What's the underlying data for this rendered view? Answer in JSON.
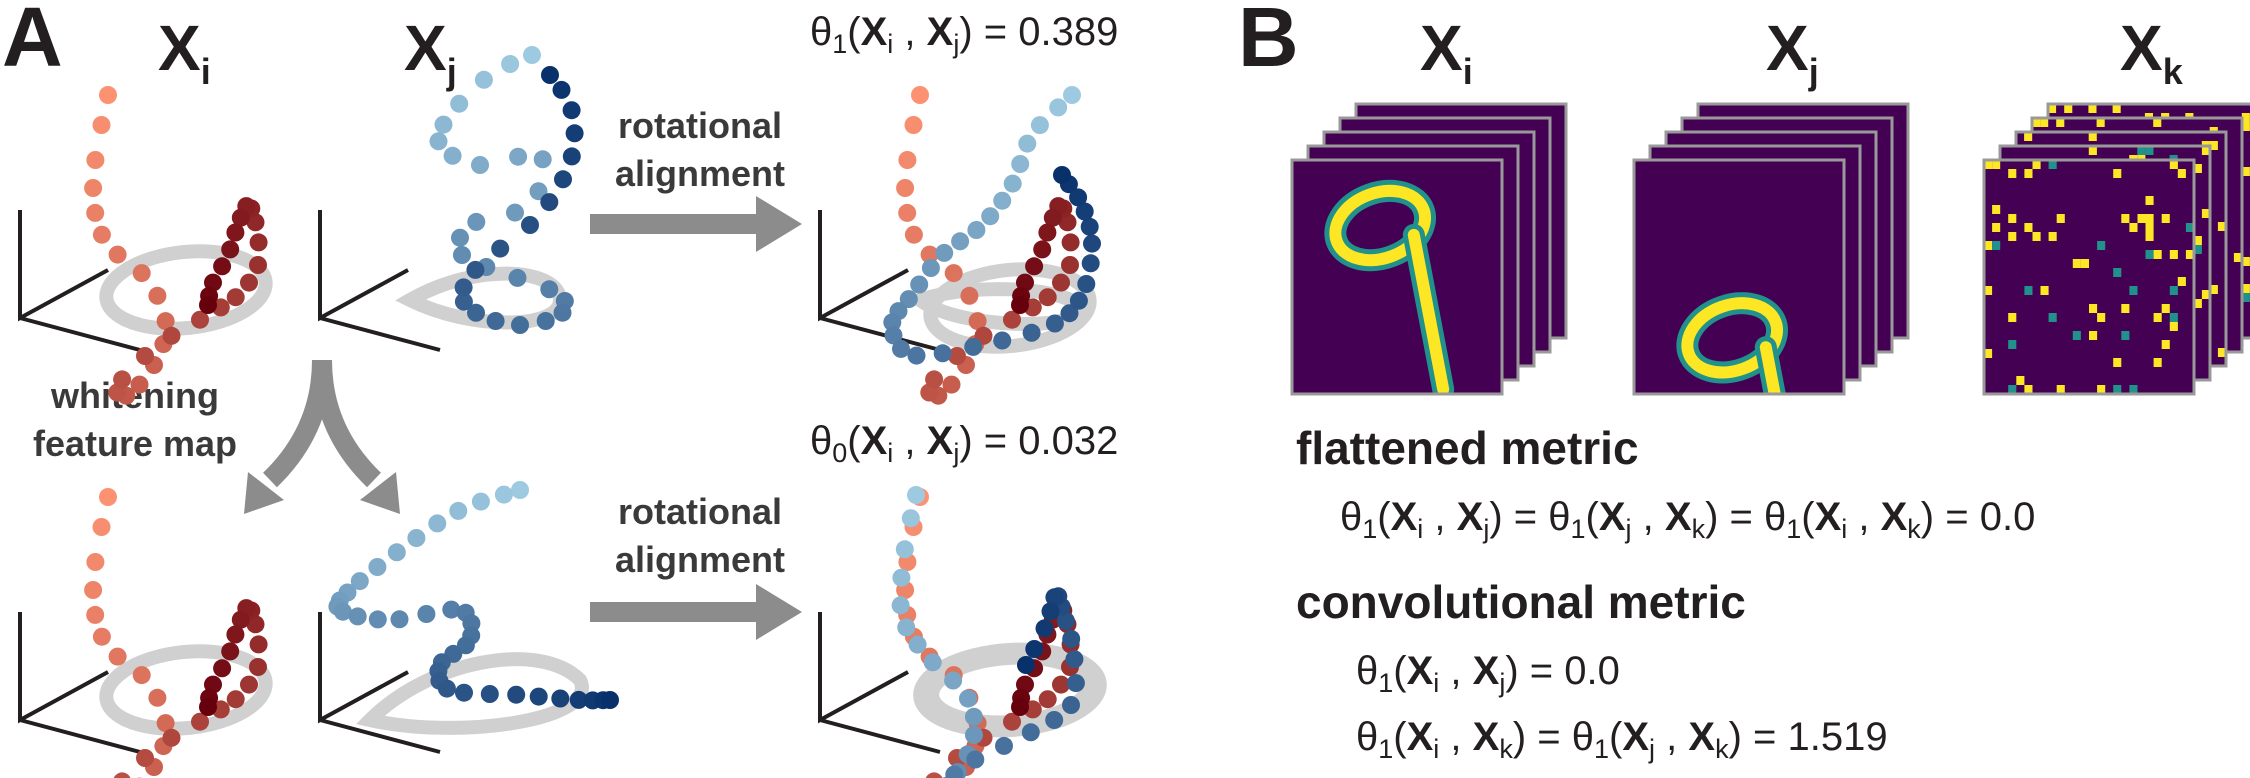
{
  "panel_a": {
    "letter": "A",
    "xi_label": "X",
    "xi_sub": "i",
    "xj_label": "X",
    "xj_sub": "j",
    "top_result": {
      "theta_sub": "1",
      "xi_sub": "i",
      "xj_sub": "j",
      "value": "= 0.389"
    },
    "bottom_result": {
      "theta_sub": "0",
      "xi_sub": "i",
      "xj_sub": "j",
      "value": "= 0.032"
    },
    "arrow_label_line1": "rotational",
    "arrow_label_line2": "alignment",
    "whitening_line1": "whitening",
    "whitening_line2": "feature map",
    "colors": {
      "red_light": "#fc9272",
      "red_dark": "#67000d",
      "blue_light": "#9ecae1",
      "blue_dark": "#08306b",
      "arrow": "#8c8c8c",
      "shadow": "#d0d0d0"
    }
  },
  "panel_b": {
    "letter": "B",
    "stack_labels": [
      {
        "main": "X",
        "sub": "i"
      },
      {
        "main": "X",
        "sub": "j"
      },
      {
        "main": "X",
        "sub": "k"
      }
    ],
    "colors": {
      "background": "#440154",
      "mid": "#21918c",
      "bright": "#fde725",
      "border": "#999999"
    },
    "flattened_title": "flattened metric",
    "flattened_value": "= 0.0",
    "convolutional_title": "convolutional metric",
    "conv_line1_value": "= 0.0",
    "conv_line2_value": "= 1.519"
  }
}
